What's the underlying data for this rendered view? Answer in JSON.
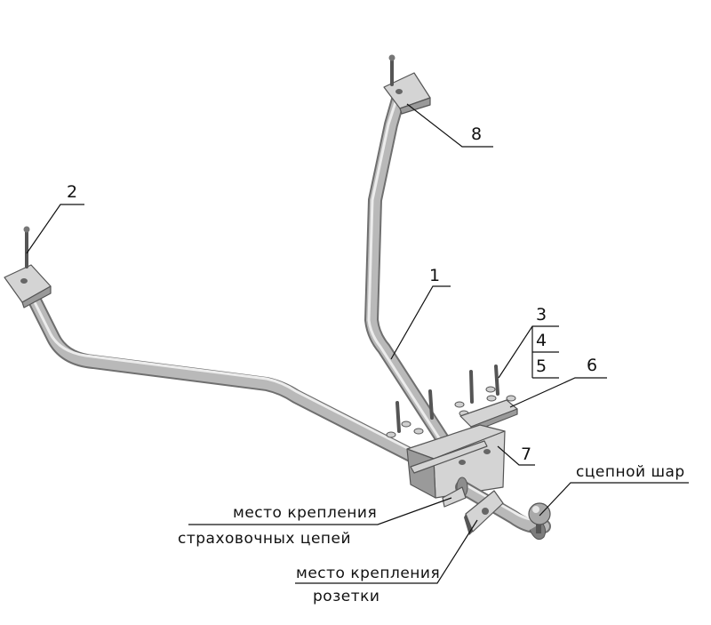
{
  "callouts": {
    "n1": "1",
    "n2": "2",
    "n3": "3",
    "n4": "4",
    "n5": "5",
    "n6": "6",
    "n7": "7",
    "n8": "8"
  },
  "labels": {
    "hitch_ball": "сцепной шар",
    "chain_mount_line1": "место крепления",
    "chain_mount_line2": "страховочных цепей",
    "socket_mount_line1": "место крепления",
    "socket_mount_line2": "розетки"
  },
  "colors": {
    "metal_dark": "#6f6f6f",
    "metal_mid": "#b9b9b9",
    "metal_light": "#ececec",
    "line": "#111111"
  }
}
